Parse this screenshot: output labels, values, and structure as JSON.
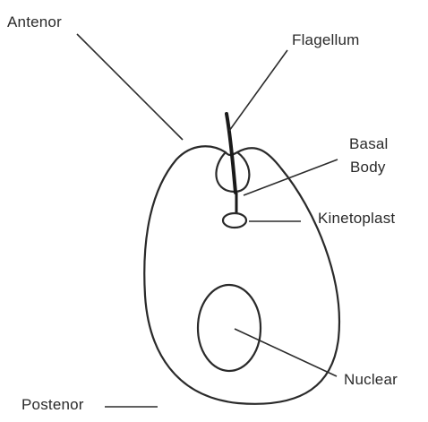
{
  "diagram": {
    "labels": {
      "anterior": "Antenor",
      "flagellum": "Flagellum",
      "basal_body_line1": "Basal",
      "basal_body_line2": "Body",
      "kinetoplast": "Kinetoplast",
      "nuclear": "Nuclear",
      "posterior": "Postenor"
    }
  }
}
